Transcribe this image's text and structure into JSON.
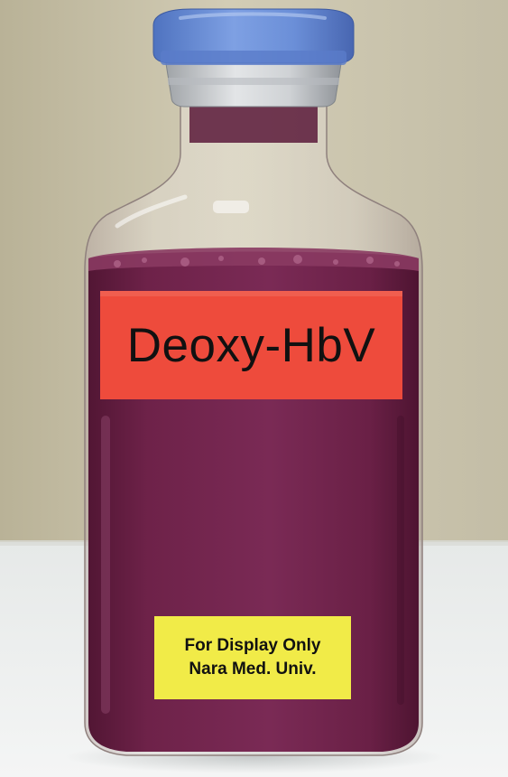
{
  "photo": {
    "subject": "glass-vial",
    "colors": {
      "background_wall": "#c8c2aa",
      "table_surface": "#eef0ef",
      "cap_blue": "#6f94dc",
      "cap_ring": "#d6d8da",
      "liquid": "#6b1f45",
      "label_main_bg": "#ee4b3c",
      "label_small_bg": "#f1eb48"
    }
  },
  "vial_label": {
    "main_text": "Deoxy-HbV"
  },
  "sticker": {
    "line1": "For Display Only",
    "line2": "Nara Med. Univ."
  }
}
